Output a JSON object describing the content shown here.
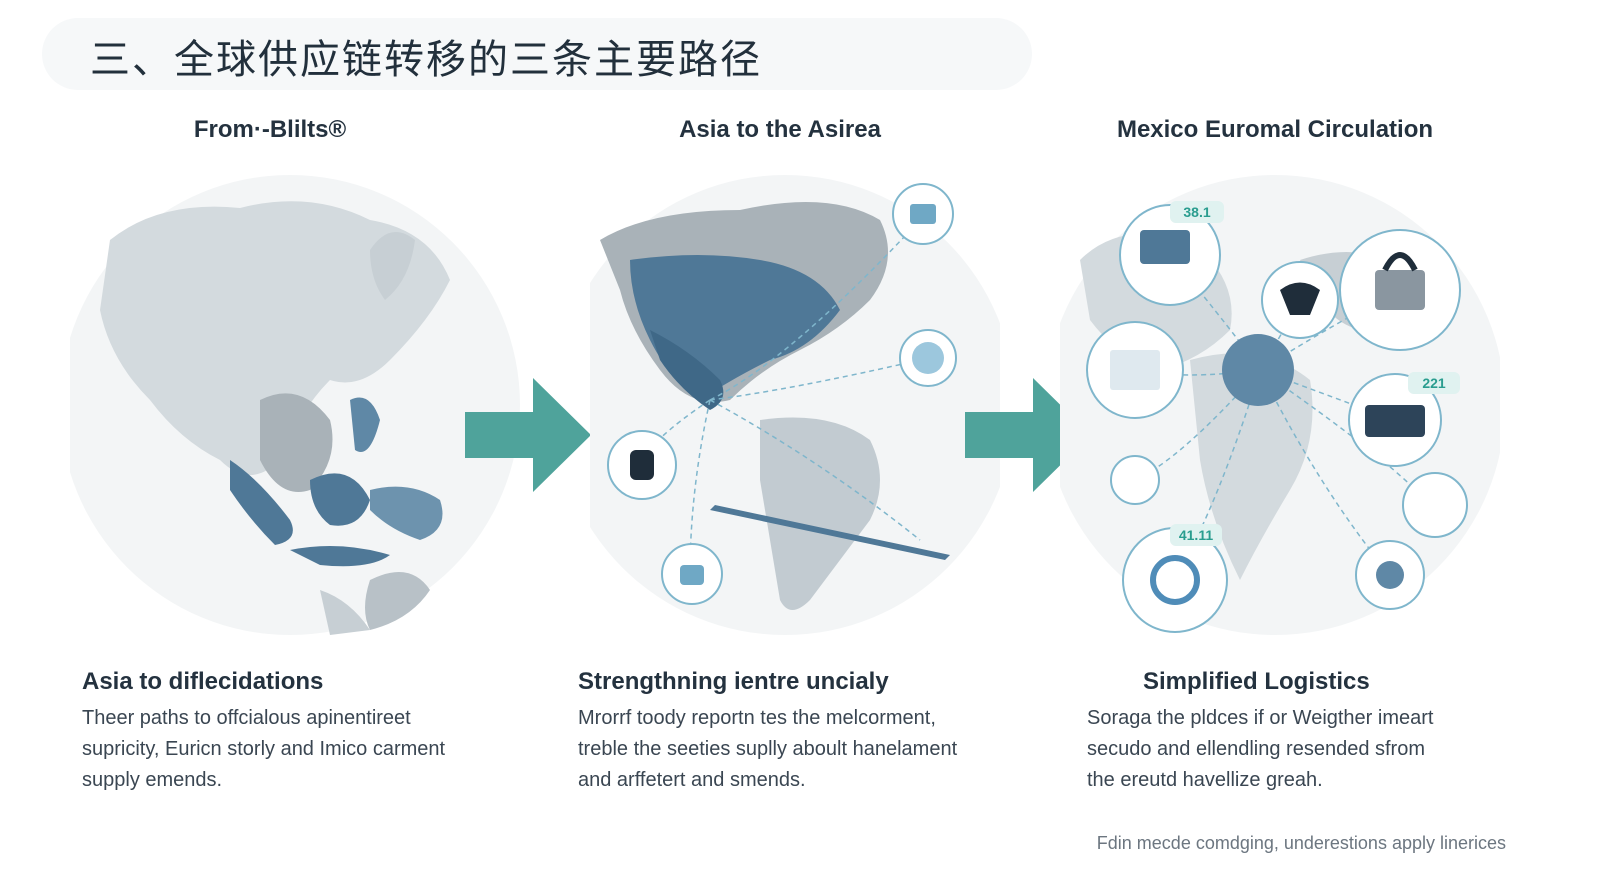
{
  "slide": {
    "title": "三、全球供应链转移的三条主要路径",
    "footnote": "Fdin mecde comdging, underestions apply linerices"
  },
  "colors": {
    "accent_teal": "#4fa39b",
    "map_land": "#d3dade",
    "map_highlight": "#4f7897",
    "map_mid": "#a9b2b8",
    "icon_ring": "#7fb6cc"
  },
  "columns": [
    {
      "heading": "From·-Blilts®",
      "subheading": "Asia to diflecidations",
      "body": [
        "Theer paths to offcialous apinentireet",
        "supricity, Euricn storly and Imico carment",
        "supply emends."
      ]
    },
    {
      "heading": "Asia to the Asirea",
      "subheading": "Strengthning ientre uncialy",
      "body": [
        "Mrorrf toody reportn tes the melcorment,",
        "treble the seeties suplly aboult hanelament",
        "and arffetert and smends."
      ]
    },
    {
      "heading": "Mexico Euromal Circulation",
      "subheading": "Simplified Logistics",
      "body": [
        "Soraga the pldces if or Weigther imeart",
        "secudo and ellendling resended sfrom",
        "the ereutd havellize greah."
      ]
    }
  ],
  "badges": [
    "38.1",
    "221",
    "41.11"
  ],
  "icons": {
    "panel2": [
      "devices-icon",
      "globe-icon",
      "server-icon",
      "lock-icon"
    ],
    "panel3": [
      "computer-icon",
      "handshake-icon",
      "padlock-icon",
      "dashboard-icon",
      "globe-icon",
      "truck-icon",
      "settings-icon",
      "gauge-icon",
      "person-icon"
    ]
  }
}
